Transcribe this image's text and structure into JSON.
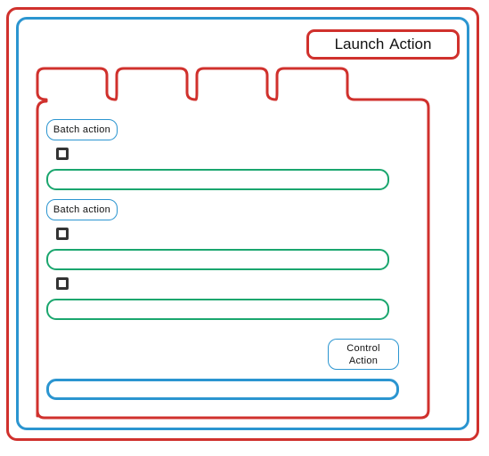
{
  "header": {
    "launch_label": "Launch Action"
  },
  "tabs": [
    {
      "label": ""
    },
    {
      "label": ""
    },
    {
      "label": ""
    },
    {
      "label": ""
    }
  ],
  "panel": {
    "groups": [
      {
        "batch_label": "Batch action",
        "rows": [
          {
            "checked": false,
            "value": ""
          }
        ]
      },
      {
        "batch_label": "Batch action",
        "rows": [
          {
            "checked": false,
            "value": ""
          },
          {
            "checked": false,
            "value": ""
          }
        ]
      }
    ],
    "control_label_line1": "Control",
    "control_label_line2": "Action",
    "bottom_value": ""
  },
  "colors": {
    "frame_red": "#d0312d",
    "frame_blue": "#2b95d0",
    "input_green": "#1aa66e",
    "checkbox_dark": "#333333"
  }
}
